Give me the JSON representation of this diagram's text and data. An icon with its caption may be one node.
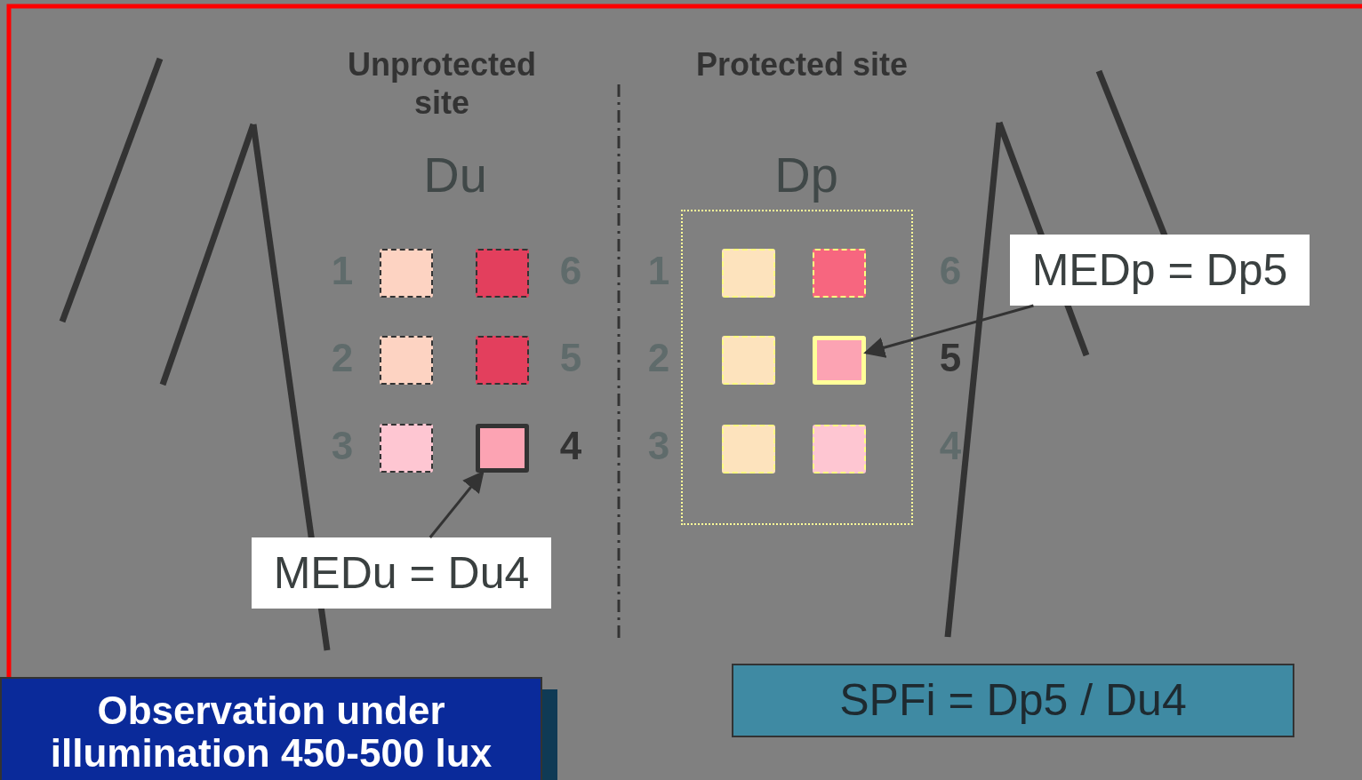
{
  "diagram": {
    "nodes": [
      {
        "text": [
          "MEDu = Du4"
        ]
      },
      {
        "text": [
          "MEDp = Dp5"
        ]
      },
      {
        "text": [
          "SPFi = Dp5 / Du4"
        ]
      },
      {
        "text": [
          "Observation under illumination 450-500 lux"
        ]
      },
      {
        "text": [],
        "shape": "box"
      },
      {
        "text": [],
        "shape": "box"
      },
      {
        "text": [],
        "shape": "box"
      },
      {
        "text": [],
        "shape": "box"
      },
      {
        "text": [],
        "shape": "box"
      },
      {
        "text": [],
        "shape": "box"
      },
      {
        "text": [],
        "shape": "box"
      },
      {
        "text": [],
        "shape": "box",
        "in": 10
      },
      {
        "text": [],
        "shape": "box",
        "in": 10
      },
      {
        "text": [],
        "shape": "box",
        "in": 10
      },
      {
        "text": [],
        "shape": "box",
        "in": 10
      },
      {
        "text": [],
        "shape": "box",
        "in": 10
      },
      {
        "text": [],
        "shape": "box",
        "in": 10
      }
    ],
    "edges": [
      {
        "from": 0,
        "to": 9,
        "arrow": "to"
      },
      {
        "from": 1,
        "to": 14,
        "arrow": "to"
      }
    ],
    "labels": [
      "Unprotected site",
      "Protected site",
      "Du",
      "Dp",
      "1",
      "6",
      "2",
      "5",
      "3",
      "4",
      "1",
      "6",
      "2",
      "5",
      "3",
      "4"
    ]
  }
}
